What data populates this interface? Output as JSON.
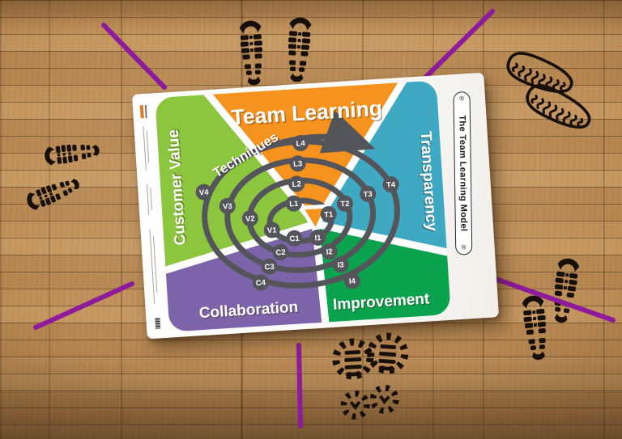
{
  "poster": {
    "title": "Team Learning",
    "curve_label": "Techniques",
    "side_tab": {
      "label": "The Team Learning Model",
      "mark": "®"
    },
    "regions": {
      "customer_value": {
        "label": "Customer Value",
        "color": "#8cc63e"
      },
      "team_learning": {
        "color": "#f6921e"
      },
      "transparency": {
        "label": "Transparency",
        "color": "#3fa8c3"
      },
      "collaboration": {
        "label": "Collaboration",
        "color": "#7d63a9"
      },
      "improvement": {
        "label": "Improvement",
        "color": "#0ca34f"
      }
    },
    "spiral": {
      "color": "#54555a",
      "node_color": "#54555a"
    },
    "nodes": {
      "L": [
        "L1",
        "L2",
        "L3",
        "L4"
      ],
      "V": [
        "V1",
        "V2",
        "V3",
        "V4"
      ],
      "T": [
        "T1",
        "T2",
        "T3",
        "T4"
      ],
      "C": [
        "C1",
        "C2",
        "C3",
        "C4"
      ],
      "I": [
        "I1",
        "I2",
        "I3",
        "I4"
      ]
    }
  },
  "floor": {
    "tape_color": "#8e1a9c",
    "footprint_color": "#17100a"
  }
}
